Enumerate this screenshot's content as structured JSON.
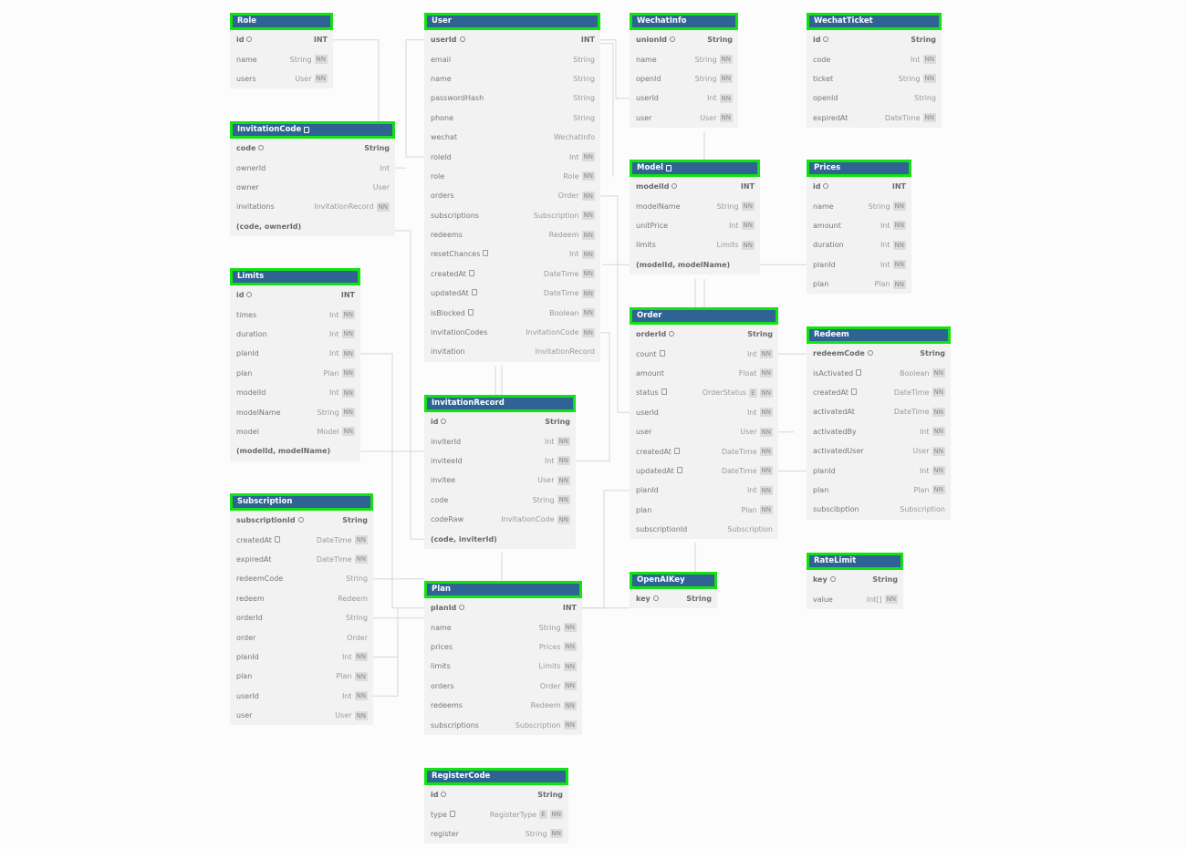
{
  "tables": {
    "role": {
      "name": "Role",
      "note": false,
      "fields": [
        {
          "name": "id",
          "type": "INT",
          "pk": true
        },
        {
          "name": "name",
          "type": "String",
          "nn": true
        },
        {
          "name": "users",
          "type": "User",
          "nn": true
        }
      ]
    },
    "user": {
      "name": "User",
      "note": false,
      "fields": [
        {
          "name": "userId",
          "type": "INT",
          "pk": true
        },
        {
          "name": "email",
          "type": "String"
        },
        {
          "name": "name",
          "type": "String"
        },
        {
          "name": "passwordHash",
          "type": "String"
        },
        {
          "name": "phone",
          "type": "String"
        },
        {
          "name": "wechat",
          "type": "WechatInfo"
        },
        {
          "name": "roleId",
          "type": "Int",
          "nn": true
        },
        {
          "name": "role",
          "type": "Role",
          "nn": true
        },
        {
          "name": "orders",
          "type": "Order",
          "nn": true
        },
        {
          "name": "subscriptions",
          "type": "Subscription",
          "nn": true
        },
        {
          "name": "redeems",
          "type": "Redeem",
          "nn": true
        },
        {
          "name": "resetChances",
          "type": "Int",
          "nn": true,
          "note": true
        },
        {
          "name": "createdAt",
          "type": "DateTime",
          "nn": true,
          "note": true
        },
        {
          "name": "updatedAt",
          "type": "DateTime",
          "nn": true,
          "note": true
        },
        {
          "name": "isBlocked",
          "type": "Boolean",
          "nn": true,
          "note": true
        },
        {
          "name": "invitationCodes",
          "type": "InvitationCode",
          "nn": true
        },
        {
          "name": "invitation",
          "type": "InvitationRecord"
        }
      ]
    },
    "wechatInfo": {
      "name": "WechatInfo",
      "note": false,
      "fields": [
        {
          "name": "unionId",
          "type": "String",
          "pk": true
        },
        {
          "name": "name",
          "type": "String",
          "nn": true
        },
        {
          "name": "openId",
          "type": "String",
          "nn": true
        },
        {
          "name": "userId",
          "type": "Int",
          "nn": true
        },
        {
          "name": "user",
          "type": "User",
          "nn": true
        }
      ]
    },
    "wechatTicket": {
      "name": "WechatTicket",
      "note": false,
      "fields": [
        {
          "name": "id",
          "type": "String",
          "pk": true
        },
        {
          "name": "code",
          "type": "Int",
          "nn": true
        },
        {
          "name": "ticket",
          "type": "String",
          "nn": true
        },
        {
          "name": "openId",
          "type": "String"
        },
        {
          "name": "expiredAt",
          "type": "DateTime",
          "nn": true
        }
      ]
    },
    "invitationCode": {
      "name": "InvitationCode",
      "note": true,
      "fields": [
        {
          "name": "code",
          "type": "String",
          "pk": true
        },
        {
          "name": "ownerId",
          "type": "Int"
        },
        {
          "name": "owner",
          "type": "User"
        },
        {
          "name": "invitations",
          "type": "InvitationRecord",
          "nn": true
        },
        {
          "name": "(code, ownerId)",
          "type": "",
          "composite": true
        }
      ]
    },
    "model": {
      "name": "Model",
      "note": true,
      "fields": [
        {
          "name": "modelId",
          "type": "INT",
          "pk": true
        },
        {
          "name": "modelName",
          "type": "String",
          "nn": true
        },
        {
          "name": "unitPrice",
          "type": "Int",
          "nn": true
        },
        {
          "name": "limits",
          "type": "Limits",
          "nn": true
        },
        {
          "name": "(modelId, modelName)",
          "type": "",
          "composite": true
        }
      ]
    },
    "prices": {
      "name": "Prices",
      "note": false,
      "fields": [
        {
          "name": "id",
          "type": "INT",
          "pk": true
        },
        {
          "name": "name",
          "type": "String",
          "nn": true
        },
        {
          "name": "amount",
          "type": "Int",
          "nn": true
        },
        {
          "name": "duration",
          "type": "Int",
          "nn": true
        },
        {
          "name": "planId",
          "type": "Int",
          "nn": true
        },
        {
          "name": "plan",
          "type": "Plan",
          "nn": true
        }
      ]
    },
    "limits": {
      "name": "Limits",
      "note": false,
      "fields": [
        {
          "name": "id",
          "type": "INT",
          "pk": true
        },
        {
          "name": "times",
          "type": "Int",
          "nn": true
        },
        {
          "name": "duration",
          "type": "Int",
          "nn": true
        },
        {
          "name": "planId",
          "type": "Int",
          "nn": true
        },
        {
          "name": "plan",
          "type": "Plan",
          "nn": true
        },
        {
          "name": "modelId",
          "type": "Int",
          "nn": true
        },
        {
          "name": "modelName",
          "type": "String",
          "nn": true
        },
        {
          "name": "model",
          "type": "Model",
          "nn": true
        },
        {
          "name": "(modelId, modelName)",
          "type": "",
          "composite": true
        }
      ]
    },
    "order": {
      "name": "Order",
      "note": false,
      "fields": [
        {
          "name": "orderId",
          "type": "String",
          "pk": true
        },
        {
          "name": "count",
          "type": "Int",
          "nn": true,
          "note": true
        },
        {
          "name": "amount",
          "type": "Float",
          "nn": true
        },
        {
          "name": "status",
          "type": "OrderStatus",
          "nn": true,
          "note": true,
          "enum": true
        },
        {
          "name": "userId",
          "type": "Int",
          "nn": true
        },
        {
          "name": "user",
          "type": "User",
          "nn": true
        },
        {
          "name": "createdAt",
          "type": "DateTime",
          "nn": true,
          "note": true
        },
        {
          "name": "updatedAt",
          "type": "DateTime",
          "nn": true,
          "note": true
        },
        {
          "name": "planId",
          "type": "Int",
          "nn": true
        },
        {
          "name": "plan",
          "type": "Plan",
          "nn": true
        },
        {
          "name": "subscriptionId",
          "type": "Subscription"
        }
      ]
    },
    "redeem": {
      "name": "Redeem",
      "note": false,
      "fields": [
        {
          "name": "redeemCode",
          "type": "String",
          "pk": true
        },
        {
          "name": "isActivated",
          "type": "Boolean",
          "nn": true,
          "note": true
        },
        {
          "name": "createdAt",
          "type": "DateTime",
          "nn": true,
          "note": true
        },
        {
          "name": "activatedAt",
          "type": "DateTime",
          "nn": true
        },
        {
          "name": "activatedBy",
          "type": "Int",
          "nn": true
        },
        {
          "name": "activatedUser",
          "type": "User",
          "nn": true
        },
        {
          "name": "planId",
          "type": "Int",
          "nn": true
        },
        {
          "name": "plan",
          "type": "Plan",
          "nn": true
        },
        {
          "name": "subscibption",
          "type": "Subscription"
        }
      ]
    },
    "invitationRecord": {
      "name": "InvitationRecord",
      "note": false,
      "fields": [
        {
          "name": "id",
          "type": "String",
          "pk": true
        },
        {
          "name": "inviterId",
          "type": "Int",
          "nn": true
        },
        {
          "name": "inviteeId",
          "type": "Int",
          "nn": true
        },
        {
          "name": "invitee",
          "type": "User",
          "nn": true
        },
        {
          "name": "code",
          "type": "String",
          "nn": true
        },
        {
          "name": "codeRaw",
          "type": "InvitationCode",
          "nn": true
        },
        {
          "name": "(code, inviterId)",
          "type": "",
          "composite": true
        }
      ]
    },
    "subscription": {
      "name": "Subscription",
      "note": false,
      "fields": [
        {
          "name": "subscriptionId",
          "type": "String",
          "pk": true
        },
        {
          "name": "createdAt",
          "type": "DateTime",
          "nn": true,
          "note": true
        },
        {
          "name": "expiredAt",
          "type": "DateTime",
          "nn": true
        },
        {
          "name": "redeemCode",
          "type": "String"
        },
        {
          "name": "redeem",
          "type": "Redeem"
        },
        {
          "name": "orderId",
          "type": "String"
        },
        {
          "name": "order",
          "type": "Order"
        },
        {
          "name": "planId",
          "type": "Int",
          "nn": true
        },
        {
          "name": "plan",
          "type": "Plan",
          "nn": true
        },
        {
          "name": "userId",
          "type": "Int",
          "nn": true
        },
        {
          "name": "user",
          "type": "User",
          "nn": true
        }
      ]
    },
    "plan": {
      "name": "Plan",
      "note": false,
      "fields": [
        {
          "name": "planId",
          "type": "INT",
          "pk": true
        },
        {
          "name": "name",
          "type": "String",
          "nn": true
        },
        {
          "name": "prices",
          "type": "Prices",
          "nn": true
        },
        {
          "name": "limits",
          "type": "Limits",
          "nn": true
        },
        {
          "name": "orders",
          "type": "Order",
          "nn": true
        },
        {
          "name": "redeems",
          "type": "Redeem",
          "nn": true
        },
        {
          "name": "subscriptions",
          "type": "Subscription",
          "nn": true
        }
      ]
    },
    "openAIKey": {
      "name": "OpenAIKey",
      "note": false,
      "fields": [
        {
          "name": "key",
          "type": "String",
          "pk": true
        }
      ]
    },
    "rateLimit": {
      "name": "RateLimit",
      "note": false,
      "fields": [
        {
          "name": "key",
          "type": "String",
          "pk": true
        },
        {
          "name": "value",
          "type": "Int[]",
          "nn": true
        }
      ]
    },
    "registerCode": {
      "name": "RegisterCode",
      "note": false,
      "fields": [
        {
          "name": "id",
          "type": "String",
          "pk": true
        },
        {
          "name": "type",
          "type": "RegisterType",
          "nn": true,
          "note": true,
          "enum": true
        },
        {
          "name": "register",
          "type": "String",
          "nn": true
        }
      ]
    }
  },
  "badges": {
    "nn": "NN",
    "enum": "E"
  }
}
